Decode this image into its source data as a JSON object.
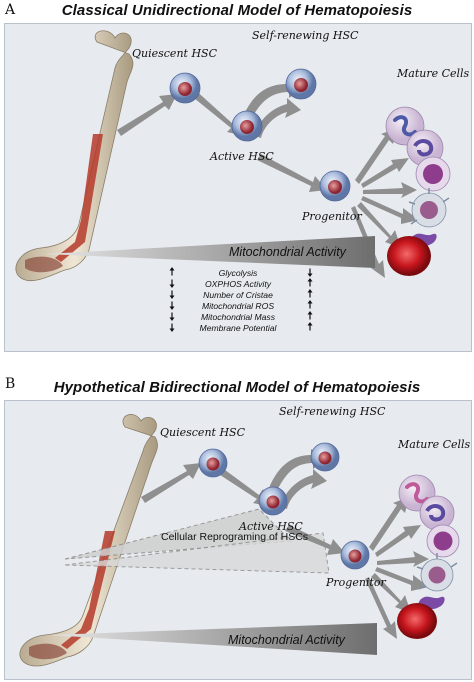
{
  "panel_a": {
    "letter": "A",
    "title": "Classical Unidirectional Model of Hematopoiesis",
    "labels": {
      "quiescent": "Quiescent HSC",
      "self_renewing": "Self-renewing HSC",
      "active": "Active HSC",
      "progenitor": "Progenitor",
      "mature": "Mature Cells",
      "mito": "Mitochondrial Activity"
    },
    "metrics": [
      "Glycolysis",
      "OXPHOS Activity",
      "Number of Cristae",
      "Mitochondrial ROS",
      "Mitochondrial Mass",
      "Membrane Potential"
    ],
    "left_arrows": [
      "up",
      "down",
      "down",
      "down",
      "down",
      "down"
    ],
    "right_arrows": [
      "down",
      "up",
      "up",
      "up",
      "up",
      "up"
    ]
  },
  "panel_b": {
    "letter": "B",
    "title": "Hypothetical Bidirectional Model of Hematopoiesis",
    "labels": {
      "quiescent": "Quiescent HSC",
      "self_renewing": "Self-renewing HSC",
      "active": "Active HSC",
      "progenitor": "Progenitor",
      "mature": "Mature Cells",
      "mito": "Mitochondrial Activity",
      "reprogramming": "Cellular Reprograming of HSCs"
    }
  },
  "colors": {
    "panel_bg": "#e7ebef",
    "hsc_blue": "#9fb3d8",
    "nucleus_red": "#b4343c",
    "rbc_red": "#c8161e",
    "bone": "#d9ccb5",
    "marrow": "#c0392b"
  }
}
